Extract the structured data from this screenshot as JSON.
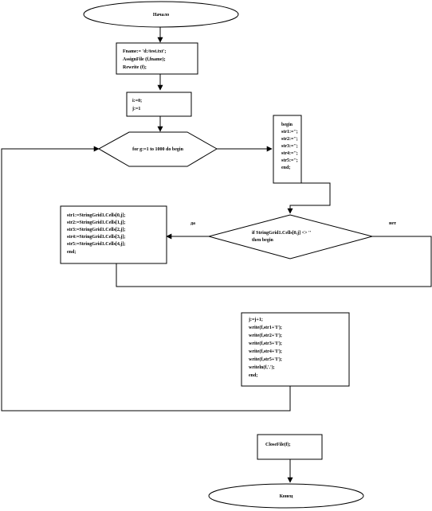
{
  "diagram": {
    "start_label": "Начало",
    "end_label": "Конец",
    "init_file": {
      "lines": [
        "Fname:= 'd:/test.txt';",
        "AssignFile (f,fname);",
        "Rewrite (f);"
      ]
    },
    "init_vars": {
      "lines": [
        "i:=0;",
        "j:=1"
      ]
    },
    "loop": {
      "label": "for g:=1 to 1000 do begin"
    },
    "reset_block": {
      "lines": [
        "begin",
        "str1:='';",
        "str2:='';",
        "str3:='';",
        "str4:='';",
        "str5:='';",
        "end;"
      ]
    },
    "condition": {
      "lines": [
        "if StringGrid1.Cells[0,j] <> ''",
        "then begin"
      ],
      "yes_label": "да",
      "no_label": "нет"
    },
    "read_block": {
      "lines": [
        "str1:=StringGrid1.Cells[0,j];",
        "str2:=StringGrid1.Cells[1,j];",
        "str3:=StringGrid1.Cells[2,j];",
        "str4:=StringGrid1.Cells[3,j];",
        "str5:=StringGrid1.Cells[4,j];",
        "end;"
      ]
    },
    "write_block": {
      "lines": [
        "j:=j+1;",
        "write(f,str1+'I');",
        "write(f,str2+'I');",
        "write(f,str3+'I');",
        "write(f,str4+'I');",
        "write(f,str5+'I');",
        "writeln(f,'.');",
        "end;"
      ]
    },
    "close_block": {
      "lines": [
        "CloseFile(f);"
      ]
    }
  }
}
